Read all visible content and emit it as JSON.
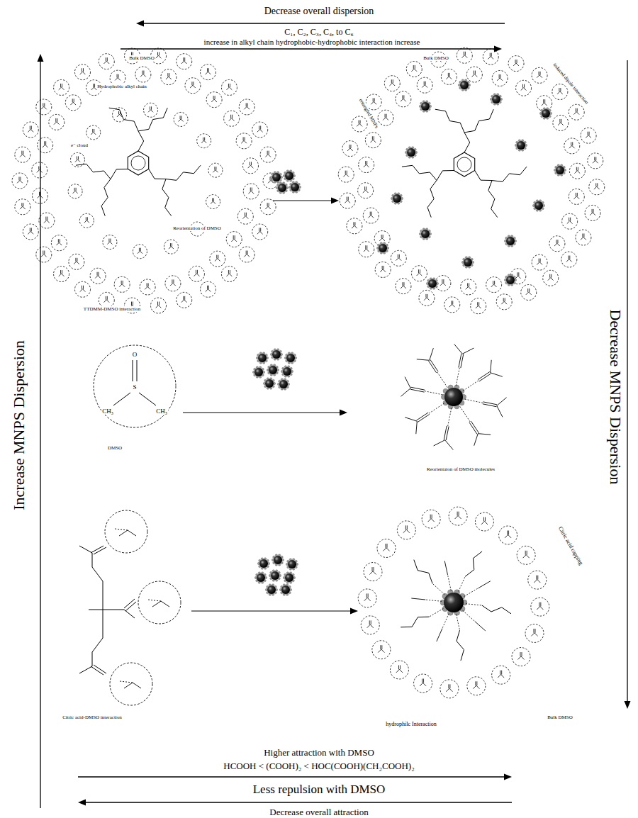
{
  "diagram": {
    "labels": [
      "Decrease overall dispersion",
      "C₁, C₂, C₃, C₄, to C₆",
      "increase in alkyl chain hydrophobic-hydrophobic interaction increase",
      "Increase MNPS Dispersion",
      "Decrease MNPS Dispersion",
      "Bulk DMSO",
      "Hydrophobic alkyl chain",
      "e⁻ cloud",
      "Reorientation of DMSO",
      "TTDMM-DMSO interaction",
      "Bulk DMSO",
      "induced dipole interaction",
      "entangled MNPs",
      "DMSO",
      "Reorientaion of DMSO molecules",
      "Citric acid-DMSO interaction",
      "Citric acid capping",
      "hydrophilc Interaction",
      "Bulk DMSO",
      "Higher attraction with DMSO",
      "HCOOH < (COOH)₂ < HOC(COOH)(CH₂COOH)₂",
      "Less repulsion with DMSO",
      "Decrease overall attraction",
      "O",
      "S",
      "CH₃",
      "CH₃"
    ]
  }
}
